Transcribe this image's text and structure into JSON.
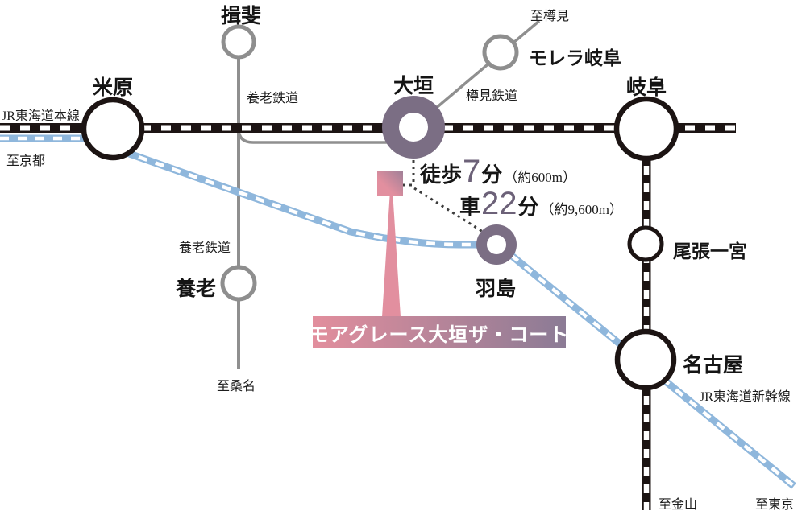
{
  "colors": {
    "line_black": "#1c1413",
    "gray_line": "#8f8f8f",
    "gray_circle": "#8e8e8e",
    "blue": "#8fb7dc",
    "purple": "#7b6e84",
    "purple_num": "#6c6178",
    "pink": "#e28f9f",
    "banner_start": "#e28e9d",
    "banner_end": "#8b7b95",
    "dot": "#3c3c3c"
  },
  "stations": {
    "ibi": "揖斐",
    "maibara": "米原",
    "malera_gifu": "モレラ岐阜",
    "ogaki": "大垣",
    "gifu": "岐阜",
    "yoro": "養老",
    "hashima": "羽島",
    "owari_ichinomiya": "尾張一宮",
    "nagoya": "名古屋"
  },
  "lines": {
    "jr_tokaido_main": "JR東海道本線",
    "yoro_railway_north": "養老鉄道",
    "yoro_railway_south": "養老鉄道",
    "tarumi_railway": "樽見鉄道",
    "jr_tokaido_shinkansen": "JR東海道新幹線"
  },
  "directions": {
    "to_kyoto": "至京都",
    "to_tarumi": "至樽見",
    "to_kuwana": "至桑名",
    "to_kanayama": "至金山",
    "to_tokyo": "至東京"
  },
  "access": {
    "walk": {
      "mode": "徒歩",
      "minutes": "7",
      "unit": "分",
      "distance": "（約600m）"
    },
    "car": {
      "mode": "車",
      "minutes": "22",
      "unit": "分",
      "distance": "（約9,600m）"
    }
  },
  "property": {
    "name": "モアグレース大垣ザ・コート"
  }
}
